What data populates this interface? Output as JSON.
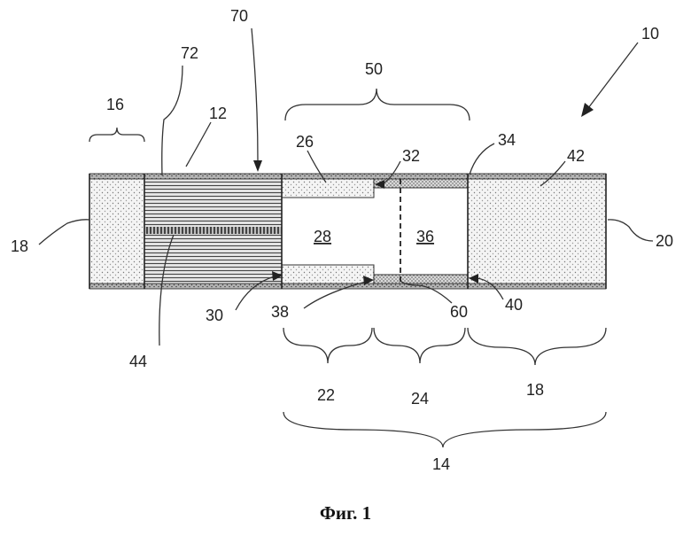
{
  "figure": {
    "caption": "Фиг. 1",
    "labels": {
      "l10": "10",
      "l12": "12",
      "l14": "14",
      "l16": "16",
      "l18_left": "18",
      "l18_right": "18",
      "l20": "20",
      "l22": "22",
      "l24": "24",
      "l26": "26",
      "l28": "28",
      "l30": "30",
      "l32": "32",
      "l34": "34",
      "l36": "36",
      "l38": "38",
      "l40": "40",
      "l42": "42",
      "l44": "44",
      "l50": "50",
      "l60": "60",
      "l70": "70",
      "l72": "72"
    }
  }
}
